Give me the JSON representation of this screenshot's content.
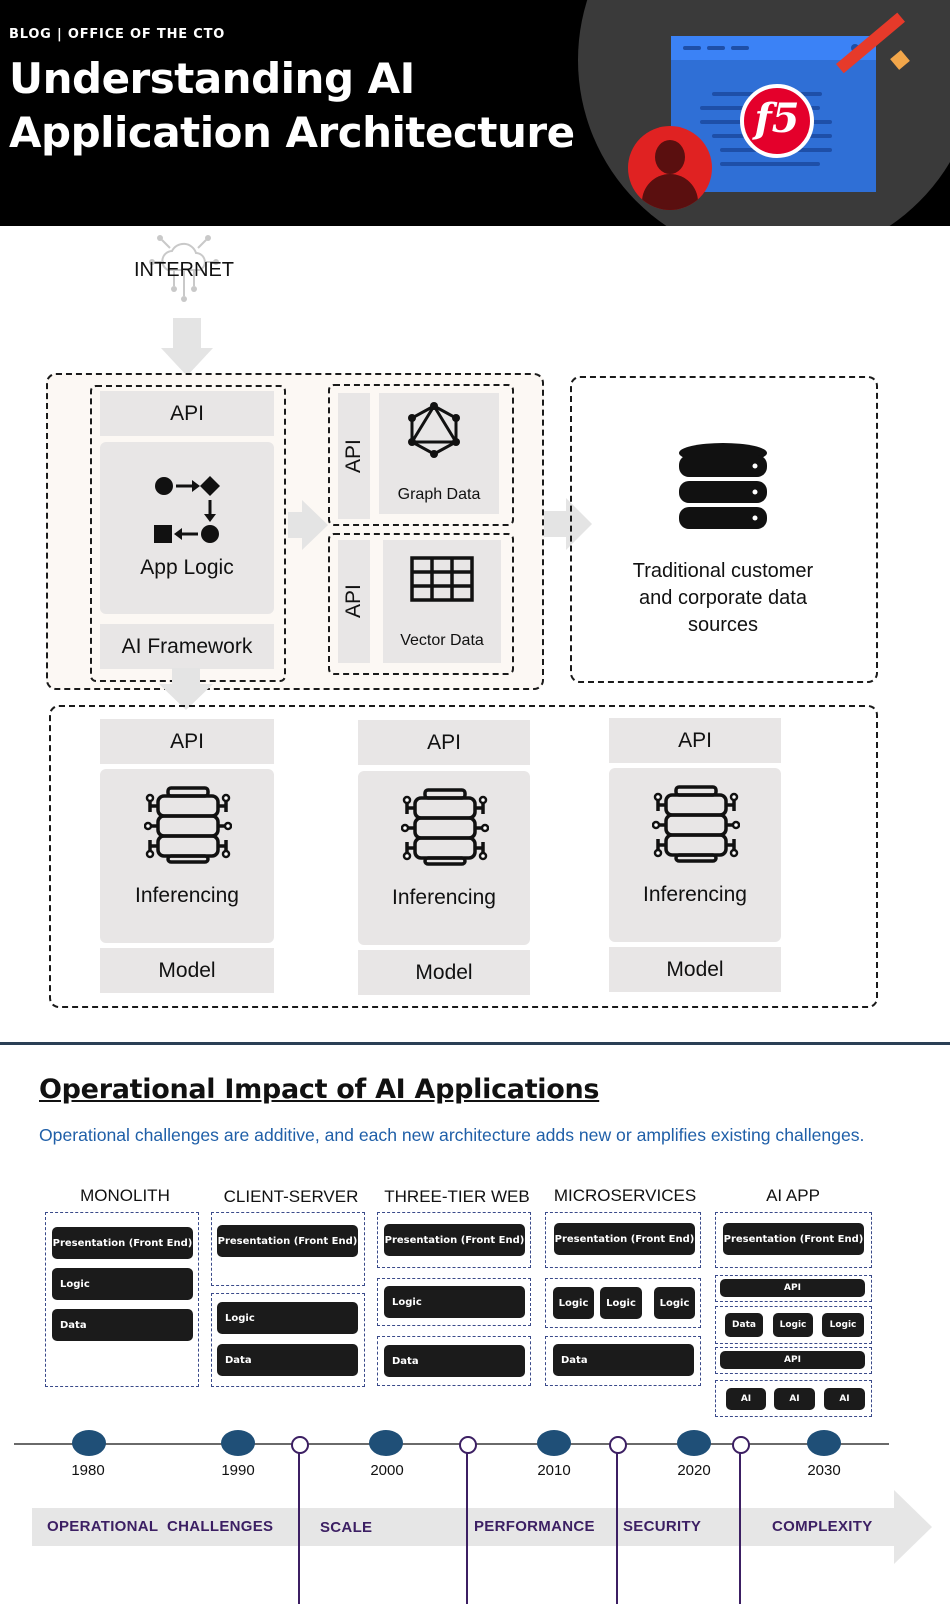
{
  "header": {
    "blog_tag": "BLOG | OFFICE OF THE CTO",
    "title": "Understanding AI Application Architecture",
    "logo_text": "f5"
  },
  "architecture": {
    "internet_label": "INTERNET",
    "app_block": {
      "api": "API",
      "app_logic": "App Logic",
      "ai_framework": "AI Framework"
    },
    "data_blocks": [
      {
        "api": "API",
        "label": "Graph Data"
      },
      {
        "api": "API",
        "label": "Vector Data"
      }
    ],
    "traditional_sources": "Traditional customer and corporate data sources",
    "models": [
      {
        "api": "API",
        "label": "Inferencing",
        "model": "Model"
      },
      {
        "api": "API",
        "label": "Inferencing",
        "model": "Model"
      },
      {
        "api": "API",
        "label": "Inferencing",
        "model": "Model"
      }
    ]
  },
  "impact": {
    "title": "Operational Impact of AI Applications",
    "subtitle": "Operational challenges are additive, and each new architecture adds new or amplifies existing challenges.",
    "eras": [
      {
        "name": "MONOLITH"
      },
      {
        "name": "CLIENT-SERVER"
      },
      {
        "name": "THREE-TIER WEB"
      },
      {
        "name": "MICROSERVICES"
      },
      {
        "name": "AI APP"
      }
    ],
    "labels": {
      "presentation": "Presentation (Front End)",
      "logic": "Logic",
      "data": "Data",
      "api": "API",
      "ai": "AI"
    },
    "years": [
      "1980",
      "1990",
      "2000",
      "2010",
      "2020",
      "2030"
    ],
    "challenges": [
      "OPERATIONAL  CHALLENGES",
      "SCALE",
      "PERFORMANCE",
      "SECURITY",
      "COMPLEXITY"
    ],
    "colors": {
      "timeline_dot": "#1f4f77",
      "challenge": "#3c1f63",
      "subtitle": "#1f5fa8"
    }
  }
}
